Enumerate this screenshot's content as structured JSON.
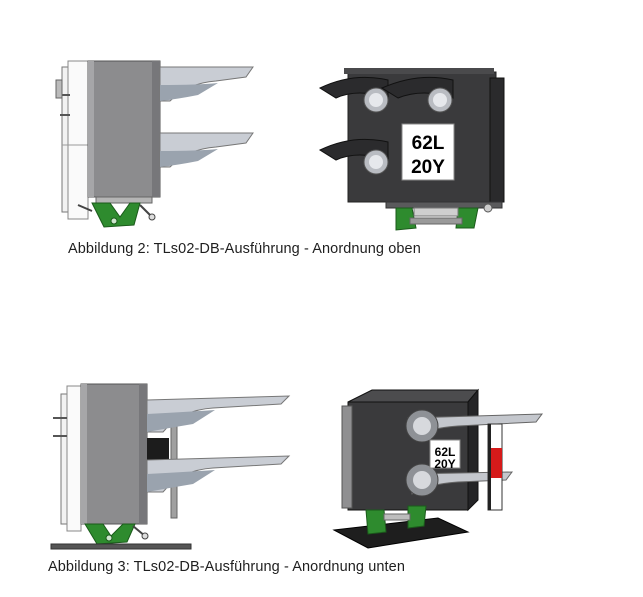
{
  "figure2": {
    "caption": "Abbildung 2: TLs02-DB-Ausführung - Anordnung oben",
    "sign_line1": "62L",
    "sign_line2": "20Y"
  },
  "figure3": {
    "caption": "Abbildung 3: TLs02-DB-Ausführung - Anordnung unten",
    "sign_line1": "62L",
    "sign_line2": "20Y"
  },
  "colors": {
    "housing_dark": "#3a3a3c",
    "housing_grey": "#8c8c8e",
    "bracket_green": "#2e8b2e",
    "marker_red": "#d61a1a"
  }
}
